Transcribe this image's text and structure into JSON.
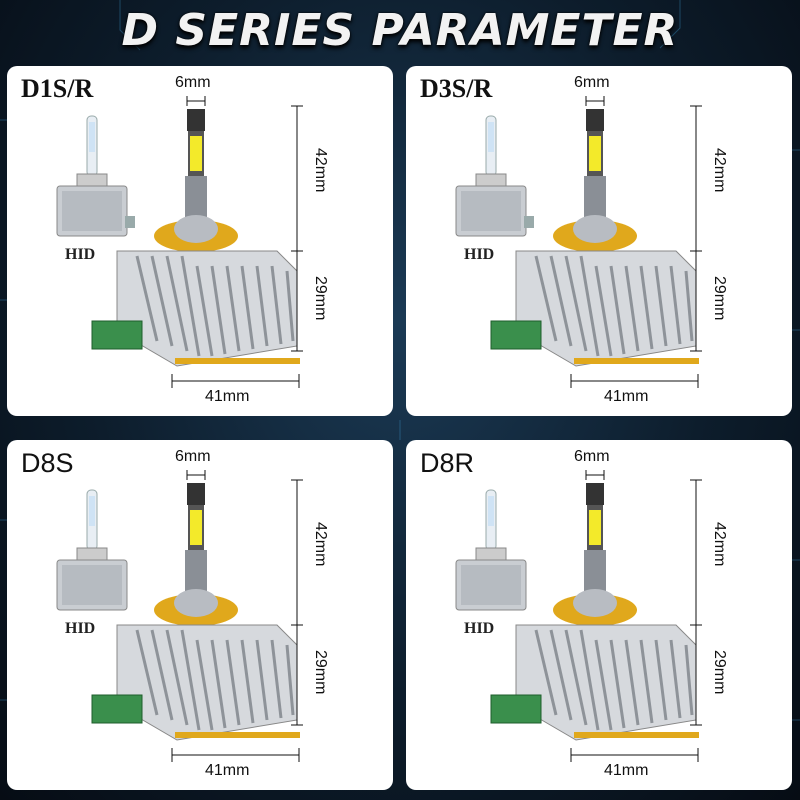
{
  "title": "D SERIES PARAMETER",
  "panels": [
    {
      "model": "D1S/R",
      "stock_bulb_label": "HID",
      "dims": {
        "width_top": "6mm",
        "height_upper": "42mm",
        "height_lower": "29mm",
        "base_width": "41mm"
      }
    },
    {
      "model": "D3S/R",
      "stock_bulb_label": "HID",
      "dims": {
        "width_top": "6mm",
        "height_upper": "42mm",
        "height_lower": "29mm",
        "base_width": "41mm"
      }
    },
    {
      "model": "D8S",
      "stock_bulb_label": "HID",
      "dims": {
        "width_top": "6mm",
        "height_upper": "42mm",
        "height_lower": "29mm",
        "base_width": "41mm"
      }
    },
    {
      "model": "D8R",
      "stock_bulb_label": "HID",
      "dims": {
        "width_top": "6mm",
        "height_upper": "42mm",
        "height_lower": "29mm",
        "base_width": "41mm"
      }
    }
  ],
  "colors": {
    "accent_gold": "#e0a81c",
    "chip_yellow": "#f3ea2a",
    "connector_green": "#3a8f4c"
  }
}
